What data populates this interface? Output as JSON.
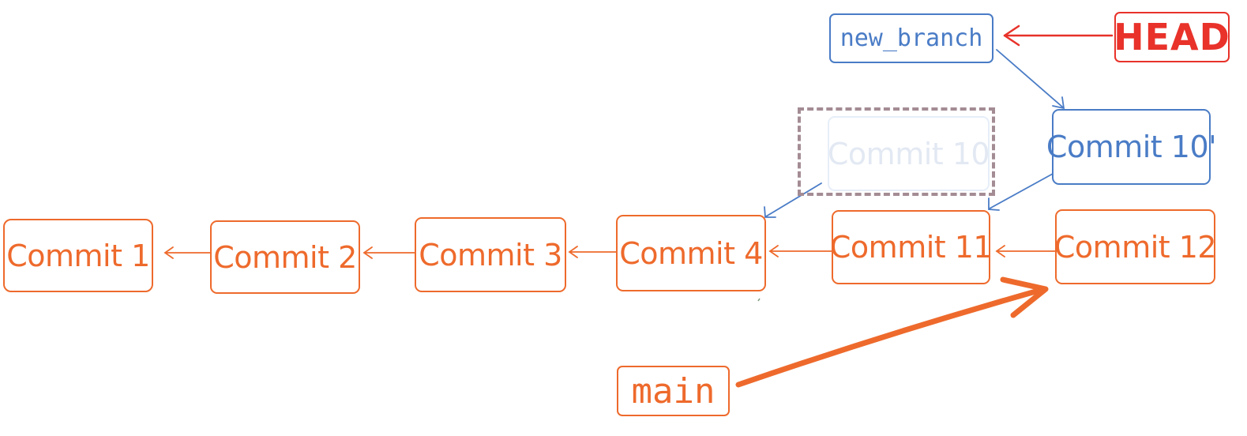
{
  "diagram": {
    "colors": {
      "main_line": "#ee6a2c",
      "branch": "#4a7cc6",
      "head": "#e8322a",
      "ghost_frame": "#a48c94",
      "ghost_text": "#e3e9f3"
    },
    "commits": [
      {
        "id": "c1",
        "label": "Commit 1"
      },
      {
        "id": "c2",
        "label": "Commit 2"
      },
      {
        "id": "c3",
        "label": "Commit 3"
      },
      {
        "id": "c4",
        "label": "Commit 4"
      },
      {
        "id": "c11",
        "label": "Commit 11"
      },
      {
        "id": "c12",
        "label": "Commit 12"
      }
    ],
    "rebased_commit": {
      "label": "Commit 10'"
    },
    "original_commit": {
      "label": "Commit 10"
    },
    "branch_label": "new_branch",
    "main_label": "main",
    "head_label": "HEAD",
    "links": [
      {
        "from": "Commit 2",
        "to": "Commit 1"
      },
      {
        "from": "Commit 3",
        "to": "Commit 2"
      },
      {
        "from": "Commit 4",
        "to": "Commit 3"
      },
      {
        "from": "Commit 11",
        "to": "Commit 4"
      },
      {
        "from": "Commit 12",
        "to": "Commit 11"
      },
      {
        "from": "Commit 10",
        "to": "Commit 4"
      },
      {
        "from": "Commit 10'",
        "to": "Commit 11"
      },
      {
        "from": "new_branch",
        "to": "Commit 10'"
      },
      {
        "from": "HEAD",
        "to": "new_branch"
      },
      {
        "from": "main",
        "to": "Commit 12"
      }
    ]
  }
}
